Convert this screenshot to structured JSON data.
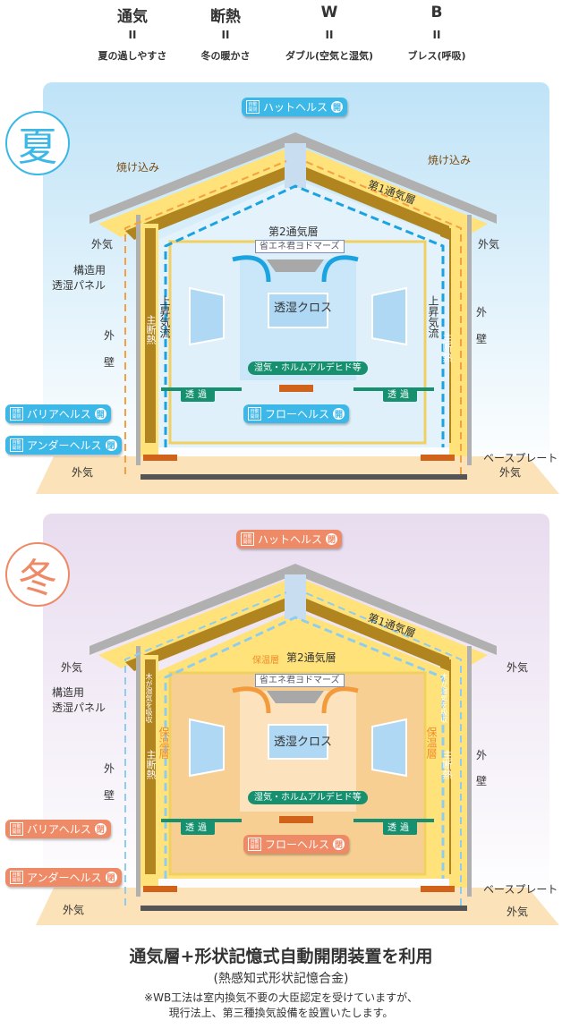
{
  "header": {
    "items": [
      {
        "term": "通気",
        "eq": "II",
        "meaning": "夏の過しやすさ"
      },
      {
        "term": "断熱",
        "eq": "II",
        "meaning": "冬の暖かさ"
      },
      {
        "term": "W",
        "eq": "II",
        "meaning": "ダブル(空気と湿気)"
      },
      {
        "term": "B",
        "eq": "II",
        "meaning": "ブレス(呼吸)"
      }
    ]
  },
  "auto_label": "自動開閉",
  "summer": {
    "season": "夏",
    "yakekomi": "焼け込み",
    "layer1": "第1通気層",
    "layer2": "第2通気層",
    "outside_air": "外気",
    "panel_line1": "構造用",
    "panel_line2": "透湿パネル",
    "wall1": "外",
    "wall2": "壁",
    "device": "省エネ君ヨドマーズ",
    "cloth": "透湿クロス",
    "moisture": "湿気・ホルムアルデヒド等",
    "pass": "透過",
    "rising": "上昇気流",
    "main_insul": "主断熱",
    "base_plate": "ベースプレート",
    "hat": {
      "name": "ハットヘルス",
      "state": "開"
    },
    "flow": {
      "name": "フローヘルス",
      "state": "開"
    },
    "barrier": {
      "name": "バリアヘルス",
      "state": "開"
    },
    "under": {
      "name": "アンダーヘルス",
      "state": "閉"
    },
    "colors": {
      "accent": "#3bb7e8",
      "sky": "#bfe3f7",
      "arrow": "#f5a040"
    }
  },
  "winter": {
    "season": "冬",
    "layer1": "第1通気層",
    "layer2": "第2通気層",
    "warm_layer": "保温層",
    "outside_air": "外気",
    "panel_line1": "構造用",
    "panel_line2": "透湿パネル",
    "wall1": "外",
    "wall2": "壁",
    "device": "省エネ君ヨドマーズ",
    "cloth": "透湿クロス",
    "moisture": "湿気・ホルムアルデヒド等",
    "pass": "透過",
    "wood_absorb": "木が湿気を吸収",
    "main_insul": "主断熱",
    "base_plate": "ベースプレート",
    "hat": {
      "name": "ハットヘルス",
      "state": "閉"
    },
    "flow": {
      "name": "フローヘルス",
      "state": "閉"
    },
    "barrier": {
      "name": "バリアヘルス",
      "state": "閉"
    },
    "under": {
      "name": "アンダーヘルス",
      "state": "閉"
    },
    "colors": {
      "accent": "#ef8a66",
      "sky": "#e8dcef",
      "arrow": "#f39a3c"
    }
  },
  "footer": {
    "title": "通気層+形状記憶式自動開閉装置を利用",
    "subtitle": "(熱感知式形状記憶合金)",
    "note1": "※WB工法は室内換気不要の大臣認定を受けていますが、",
    "note2": "現行法上、第三種換気設備を設置いたします。"
  }
}
